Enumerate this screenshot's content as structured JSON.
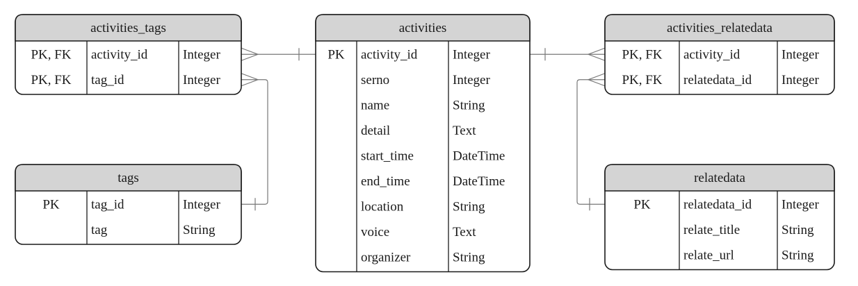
{
  "tables": {
    "activities_tags": {
      "title": "activities_tags",
      "rows": [
        {
          "key": "PK, FK",
          "name": "activity_id",
          "type": "Integer"
        },
        {
          "key": "PK, FK",
          "name": "tag_id",
          "type": "Integer"
        }
      ]
    },
    "tags": {
      "title": "tags",
      "rows": [
        {
          "key": "PK",
          "name": "tag_id",
          "type": "Integer"
        },
        {
          "key": "",
          "name": "tag",
          "type": "String"
        }
      ]
    },
    "activities": {
      "title": "activities",
      "rows": [
        {
          "key": "PK",
          "name": "activity_id",
          "type": "Integer"
        },
        {
          "key": "",
          "name": "serno",
          "type": "Integer"
        },
        {
          "key": "",
          "name": "name",
          "type": "String"
        },
        {
          "key": "",
          "name": "detail",
          "type": "Text"
        },
        {
          "key": "",
          "name": "start_time",
          "type": "DateTime"
        },
        {
          "key": "",
          "name": "end_time",
          "type": "DateTime"
        },
        {
          "key": "",
          "name": "location",
          "type": "String"
        },
        {
          "key": "",
          "name": "voice",
          "type": "Text"
        },
        {
          "key": "",
          "name": "organizer",
          "type": "String"
        }
      ]
    },
    "activities_relatedata": {
      "title": "activities_relatedata",
      "rows": [
        {
          "key": "PK, FK",
          "name": "activity_id",
          "type": "Integer"
        },
        {
          "key": "PK, FK",
          "name": "relatedata_id",
          "type": "Integer"
        }
      ]
    },
    "relatedata": {
      "title": "relatedata",
      "rows": [
        {
          "key": "PK",
          "name": "relatedata_id",
          "type": "Integer"
        },
        {
          "key": "",
          "name": "relate_title",
          "type": "String"
        },
        {
          "key": "",
          "name": "relate_url",
          "type": "String"
        }
      ]
    }
  },
  "relationships": [
    {
      "from": "activities.activity_id",
      "from_cardinality": "one",
      "to": "activities_tags.activity_id",
      "to_cardinality": "many"
    },
    {
      "from": "tags.tag_id",
      "from_cardinality": "one",
      "to": "activities_tags.tag_id",
      "to_cardinality": "many"
    },
    {
      "from": "activities.activity_id",
      "from_cardinality": "one",
      "to": "activities_relatedata.activity_id",
      "to_cardinality": "many"
    },
    {
      "from": "relatedata.relatedata_id",
      "from_cardinality": "one",
      "to": "activities_relatedata.relatedata_id",
      "to_cardinality": "many"
    }
  ]
}
